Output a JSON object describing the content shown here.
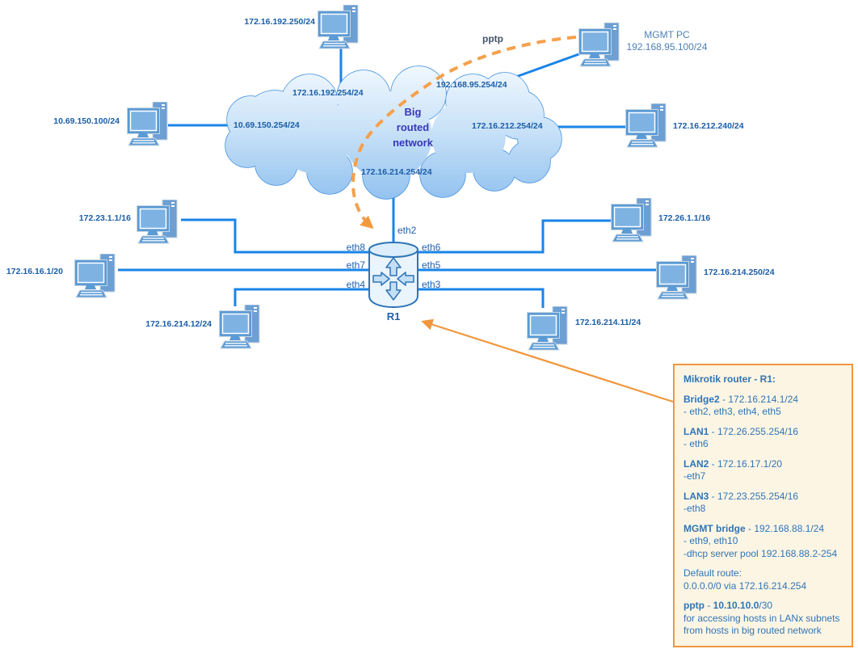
{
  "diagram_title": "Big routed network topology",
  "colors": {
    "link_blue": "#1984E8",
    "label_blue": "#1B5EA8",
    "cloud_text_indigo": "#3737B8",
    "orange_accent": "#F49A3E",
    "note_background": "#FDF5E4",
    "note_border": "#F0963C",
    "note_text": "#2E75B6",
    "computer_blue": "#5B9BD5"
  },
  "cloud": {
    "name_lines": [
      "Big",
      "routed",
      "network"
    ],
    "interfaces": [
      "172.16.192.254/24",
      "192.168.95.254/24",
      "10.69.150.254/24",
      "172.16.212.254/24",
      "172.16.214.254/24"
    ]
  },
  "edges": {
    "pptp_label": "pptp"
  },
  "hosts": [
    {
      "label": "172.16.192.250/24"
    },
    {
      "name": "MGMT PC",
      "label": "192.168.95.100/24"
    },
    {
      "label": "10.69.150.100/24"
    },
    {
      "label": "172.16.212.240/24"
    },
    {
      "label": "172.23.1.1/16"
    },
    {
      "label": "172.26.1.1/16"
    },
    {
      "label": "172.16.16.1/20"
    },
    {
      "label": "172.16.214.250/24"
    },
    {
      "label": "172.16.214.12/24"
    },
    {
      "label": "172.16.214.11/24"
    }
  ],
  "router": {
    "name": "R1",
    "port_top": "eth2",
    "ports_left": [
      "eth8",
      "eth7",
      "eth4"
    ],
    "ports_right": [
      "eth6",
      "eth5",
      "eth3"
    ]
  },
  "note": {
    "title": "Mikrotik router - R1:",
    "sections": [
      {
        "lead": "Bridge2",
        "rest": " - 172.16.214.1/24",
        "line2": "- eth2, eth3, eth4, eth5"
      },
      {
        "lead": "LAN1",
        "rest": " - 172.26.255.254/16",
        "line2": "- eth6"
      },
      {
        "lead": "LAN2",
        "rest": " - 172.16.17.1/20",
        "line2": "-eth7"
      },
      {
        "lead": "LAN3",
        "rest": " - 172.23.255.254/16",
        "line2": "-eth8"
      },
      {
        "lead": "MGMT bridge",
        "rest": " - 192.168.88.1/24",
        "line2": "- eth9, eth10",
        "line3": "-dhcp server pool 192.168.88.2-254"
      },
      {
        "lead": "",
        "rest": "Default route:",
        "line2": "0.0.0.0/0 via 172.16.214.254"
      },
      {
        "lead": "pptp",
        "rest": " - ",
        "lead2": "10.10.10.0",
        "rest2": "/30",
        "line2": "for accessing hosts in LANx subnets",
        "line3": "from hosts in big routed network"
      }
    ]
  }
}
